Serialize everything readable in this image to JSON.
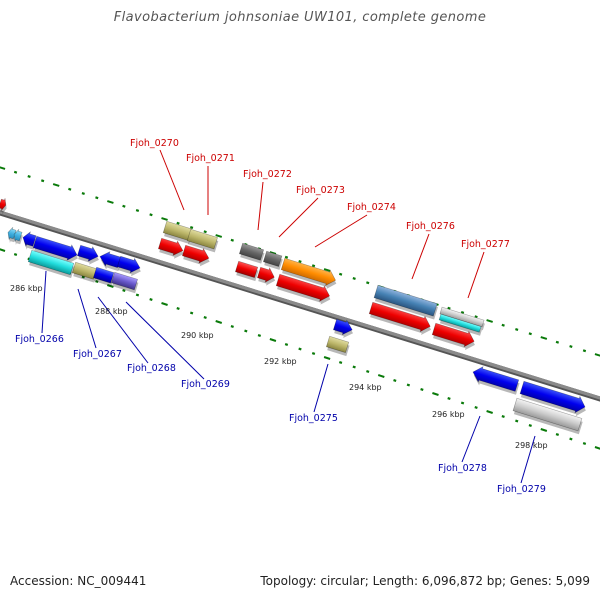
{
  "title": "Flavobacterium johnsoniae UW101, complete genome",
  "footer": {
    "accession": "Accession: NC_009441",
    "summary": "Topology: circular; Length: 6,096,872 bp; Genes: 5,099"
  },
  "scale_labels": [
    "286 kbp",
    "288 kbp",
    "290 kbp",
    "292 kbp",
    "294 kbp",
    "296 kbp",
    "298 kbp"
  ],
  "top_genes": [
    "Fjoh_0270",
    "Fjoh_0271",
    "Fjoh_0272",
    "Fjoh_0273",
    "Fjoh_0274",
    "Fjoh_0276",
    "Fjoh_0277"
  ],
  "bottom_genes": [
    "Fjoh_0266",
    "Fjoh_0267",
    "Fjoh_0268",
    "Fjoh_0269",
    "Fjoh_0275",
    "Fjoh_0278",
    "Fjoh_0279"
  ],
  "colors": {
    "top_label": "#cc0000",
    "bottom_label": "#0000aa",
    "tick": "#0a7a0a",
    "backbone": "#8a8a8a"
  }
}
